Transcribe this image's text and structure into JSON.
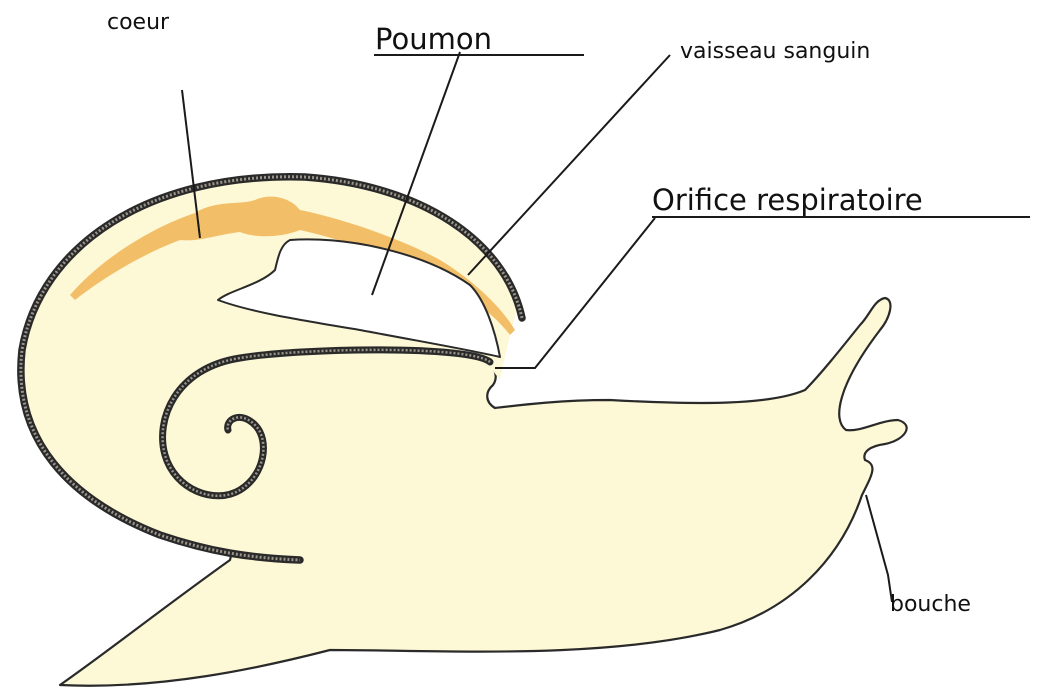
{
  "diagram": {
    "labels": {
      "coeur": "coeur",
      "poumon": "Poumon",
      "vaisseau": "vaisseau sanguin",
      "orifice": "Orifice respiratoire",
      "bouche": "bouche"
    },
    "colors": {
      "body_fill": "#fdf8d6",
      "heart_fill": "#f0b454",
      "outline": "#2a2a2a",
      "shell_stripe": "#9a948a",
      "leader_line": "#1a1a1a",
      "text": "#111111"
    }
  }
}
